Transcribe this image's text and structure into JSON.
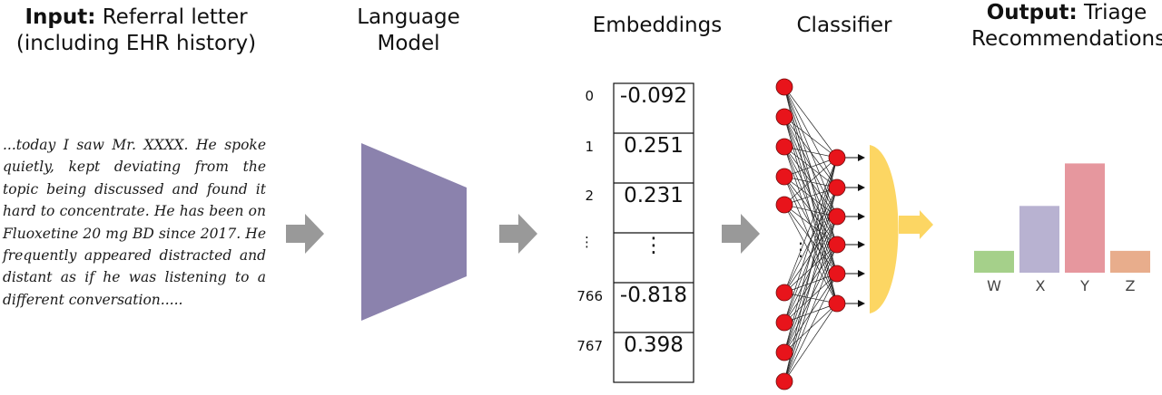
{
  "titles": {
    "input_bold": "Input:",
    "input_rest": " Referral letter",
    "input_line2": "(including EHR history)",
    "language_model_line1": "Language",
    "language_model_line2": "Model",
    "embeddings": "Embeddings",
    "classifier": "Classifier",
    "output_bold": "Output:",
    "output_rest": " Triage",
    "output_line2": "Recommendations"
  },
  "referral_text": "...today I saw Mr. XXXX. He spoke quietly, kept deviating from the topic being discussed and found it hard to concentrate. He has been on Fluoxetine 20 mg BD since 2017. He frequently appeared distracted and distant as if he was listening to a different conversation.....",
  "embeddings": [
    {
      "index": "0",
      "value": "-0.092"
    },
    {
      "index": "1",
      "value": "0.251"
    },
    {
      "index": "2",
      "value": "0.231"
    },
    {
      "index": "⋮",
      "value": "⋮"
    },
    {
      "index": "766",
      "value": "-0.818"
    },
    {
      "index": "767",
      "value": "0.398"
    }
  ],
  "colors": {
    "arrow": "#999999",
    "language_model": "#8b82ad",
    "neuron": "#e8141b",
    "output_layer": "#fcd663"
  },
  "chart_data": {
    "type": "bar",
    "categories": [
      "W",
      "X",
      "Y",
      "Z"
    ],
    "values": [
      0.18,
      0.55,
      0.9,
      0.18
    ],
    "colors": [
      "#a5d08a",
      "#b8b2d1",
      "#e6979e",
      "#e8ad8c"
    ],
    "title": "",
    "xlabel": "",
    "ylabel": "",
    "ylim": [
      0,
      1
    ]
  }
}
